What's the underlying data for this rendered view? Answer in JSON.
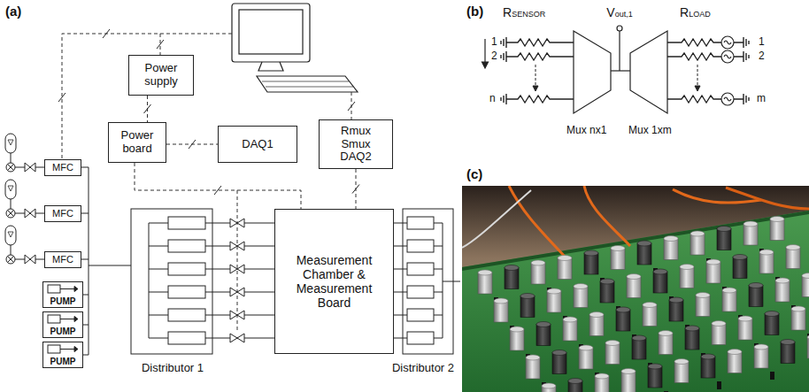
{
  "diagram": {
    "nodes": [
      {
        "text": [
          "Power supply"
        ]
      },
      {
        "text": [
          "Power board"
        ]
      },
      {
        "text": [
          "DAQ1"
        ]
      },
      {
        "text": [
          "Rmux Smux DAQ2"
        ]
      },
      {
        "text": [
          "MFC"
        ]
      },
      {
        "text": [
          "MFC"
        ]
      },
      {
        "text": [
          "MFC"
        ]
      },
      {
        "text": [
          "PUMP"
        ]
      },
      {
        "text": [
          "PUMP"
        ]
      },
      {
        "text": [
          "PUMP"
        ]
      },
      {
        "text": [
          "Measurement Chamber & Measurement Board"
        ]
      }
    ],
    "edges": [
      {
        "from": 0,
        "to": 1,
        "arrow": "none"
      },
      {
        "from": 1,
        "to": 2,
        "arrow": "none"
      },
      {
        "from": 1,
        "to": 10,
        "arrow": "none"
      },
      {
        "from": 3,
        "to": 10,
        "arrow": "none"
      }
    ],
    "labels": [
      "(a)",
      "(b)",
      "(c)",
      "Distributor 1",
      "Distributor 2",
      "RSENSOR",
      "Vout,1",
      "RLOAD",
      "1",
      "2",
      "n",
      "1",
      "2",
      "m",
      "Mux nx1",
      "Mux 1xm"
    ]
  }
}
